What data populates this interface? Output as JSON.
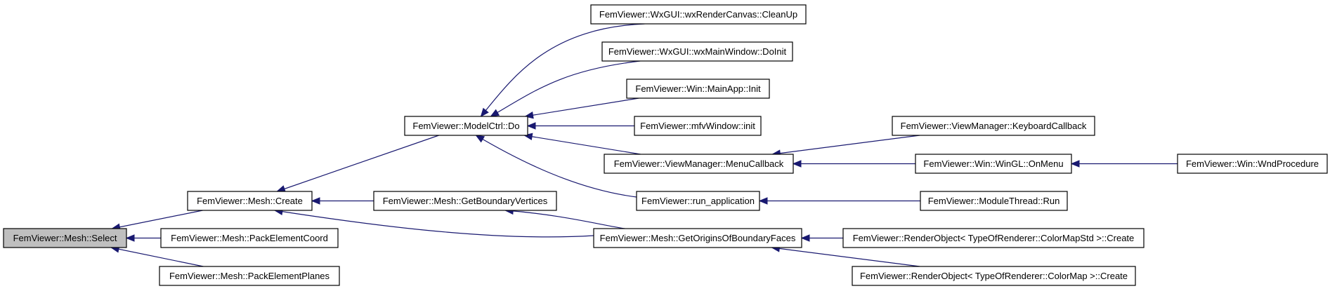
{
  "diagram": {
    "type": "doxygen-caller-graph",
    "edge_color": "#191970",
    "root_fill": "#bfbfbf",
    "nodes": [
      {
        "id": "n0",
        "label": "FemViewer::Mesh::Select",
        "root": true
      },
      {
        "id": "n1",
        "label": "FemViewer::Mesh::Create"
      },
      {
        "id": "n2",
        "label": "FemViewer::Mesh::PackElementCoord"
      },
      {
        "id": "n3",
        "label": "FemViewer::Mesh::PackElementPlanes"
      },
      {
        "id": "n4",
        "label": "FemViewer::ModelCtrl::Do"
      },
      {
        "id": "n5",
        "label": "FemViewer::Mesh::GetBoundaryVertices"
      },
      {
        "id": "n6",
        "label": "FemViewer::Mesh::GetOriginsOfBoundaryFaces"
      },
      {
        "id": "n7",
        "label": "FemViewer::WxGUI::wxRenderCanvas::CleanUp"
      },
      {
        "id": "n8",
        "label": "FemViewer::WxGUI::wxMainWindow::DoInit"
      },
      {
        "id": "n9",
        "label": "FemViewer::Win::MainApp::Init"
      },
      {
        "id": "n10",
        "label": "FemViewer::mfvWindow::init"
      },
      {
        "id": "n11",
        "label": "FemViewer::ViewManager::MenuCallback"
      },
      {
        "id": "n12",
        "label": "FemViewer::run_application"
      },
      {
        "id": "n13",
        "label": "FemViewer::ViewManager::KeyboardCallback"
      },
      {
        "id": "n14",
        "label": "FemViewer::Win::WinGL::OnMenu"
      },
      {
        "id": "n15",
        "label": "FemViewer::ModuleThread::Run"
      },
      {
        "id": "n16",
        "label": "FemViewer::RenderObject< TypeOfRenderer::ColorMapStd >::Create"
      },
      {
        "id": "n17",
        "label": "FemViewer::RenderObject< TypeOfRenderer::ColorMap >::Create"
      },
      {
        "id": "n18",
        "label": "FemViewer::Win::WndProcedure"
      }
    ],
    "edges": [
      {
        "from": "n1",
        "to": "n0"
      },
      {
        "from": "n2",
        "to": "n0"
      },
      {
        "from": "n3",
        "to": "n0"
      },
      {
        "from": "n4",
        "to": "n1"
      },
      {
        "from": "n5",
        "to": "n1"
      },
      {
        "from": "n6",
        "to": "n1"
      },
      {
        "from": "n7",
        "to": "n4"
      },
      {
        "from": "n8",
        "to": "n4"
      },
      {
        "from": "n9",
        "to": "n4"
      },
      {
        "from": "n10",
        "to": "n4"
      },
      {
        "from": "n11",
        "to": "n4"
      },
      {
        "from": "n12",
        "to": "n4"
      },
      {
        "from": "n6",
        "to": "n5"
      },
      {
        "from": "n13",
        "to": "n11"
      },
      {
        "from": "n14",
        "to": "n11"
      },
      {
        "from": "n15",
        "to": "n12"
      },
      {
        "from": "n16",
        "to": "n6"
      },
      {
        "from": "n17",
        "to": "n6"
      },
      {
        "from": "n18",
        "to": "n14"
      }
    ]
  }
}
